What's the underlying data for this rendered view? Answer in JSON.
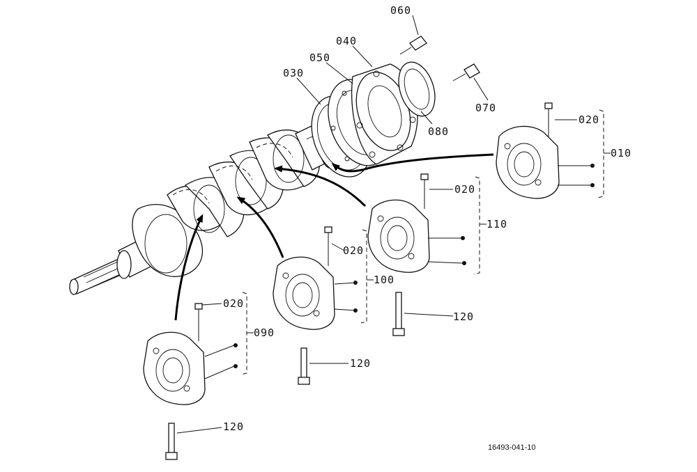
{
  "labels": {
    "l060": "060",
    "l040": "040",
    "l050": "050",
    "l030": "030",
    "l070": "070",
    "l080": "080",
    "l020a": "020",
    "l010": "010",
    "l020b": "020",
    "l110": "110",
    "l020c": "020",
    "l100": "100",
    "l120a": "120",
    "l020d": "020",
    "l090": "090",
    "l120b": "120",
    "l120c": "120"
  },
  "figure_ref": "16493-041-10"
}
